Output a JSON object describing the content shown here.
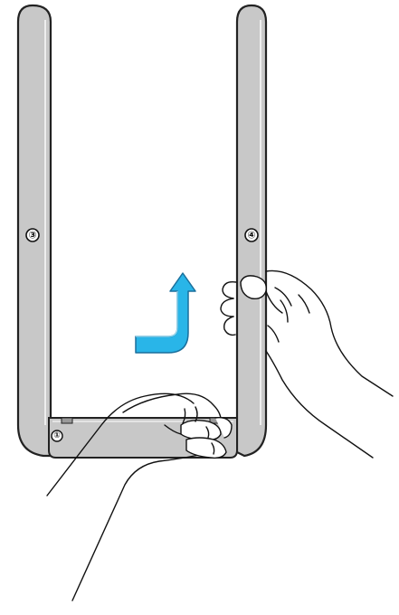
{
  "callouts": {
    "part_1": "①",
    "part_3": "③",
    "part_4": "④"
  },
  "icons": {
    "arrow": "lift-up-arrow-icon"
  },
  "colors": {
    "frame_fill": "#c8c8c8",
    "frame_stroke": "#222222",
    "arrow_fill": "#29b5e8",
    "arrow_stroke": "#1a6f9c",
    "hand_stroke": "#111111",
    "background": "#ffffff"
  }
}
